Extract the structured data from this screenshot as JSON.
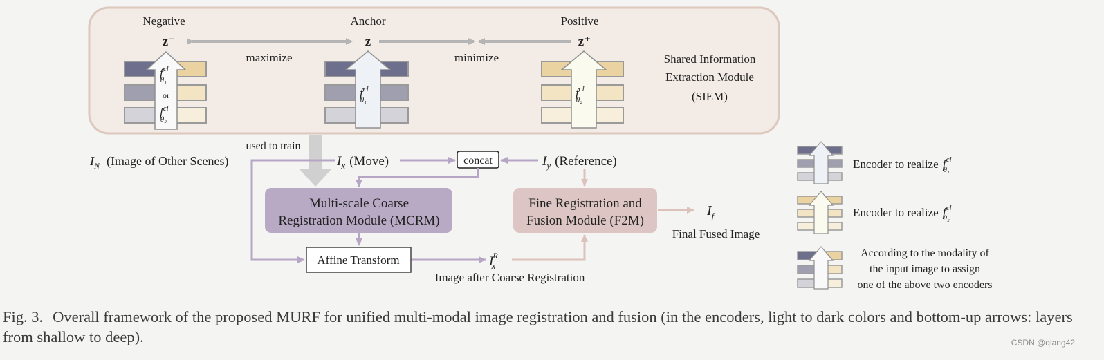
{
  "colors": {
    "siem_fill": "#f3ece6",
    "siem_border": "#dcc8bc",
    "enc1_dark": "#6d6f8c",
    "enc1_mid": "#a09fb0",
    "enc1_light": "#d3d3d9",
    "enc2_dark": "#ead3a0",
    "enc2_mid": "#f3e4c3",
    "enc2_light": "#f7efdb",
    "arrow_gray": "#b5b5b5",
    "arrow_purple": "#b6a5c4",
    "arrow_pink": "#dcc2bb",
    "mcrm_fill": "#b8a9c4",
    "f2m_fill": "#dcc5c2"
  },
  "siem": {
    "negative": "Negative",
    "anchor": "Anchor",
    "positive": "Positive",
    "z_neg": "z⁻",
    "z": "z",
    "z_pos": "z⁺",
    "maximize": "maximize",
    "minimize": "minimize",
    "enc_f": "f",
    "enc_sup": "cl",
    "enc_sub1": "θ₁",
    "enc_sub2": "θ₂",
    "or": "or",
    "title_line1": "Shared Information",
    "title_line2": "Extraction Module",
    "title_line3": "(SIEM)"
  },
  "flow": {
    "used_to_train": "used to train",
    "in_sym": "I",
    "in_sub": "N",
    "in_label": "(Image of Other Scenes)",
    "ix_sym": "I",
    "ix_sub": "x",
    "ix_label": "(Move)",
    "concat": "concat",
    "iy_sym": "I",
    "iy_sub": "y",
    "iy_label": "(Reference)",
    "mcrm_line1": "Multi-scale Coarse",
    "mcrm_line2": "Registration Module (MCRM)",
    "f2m_line1": "Fine Registration and",
    "f2m_line2": "Fusion Module (F2M)",
    "affine": "Affine Transform",
    "ixr_sym": "I",
    "ixr_sub": "x",
    "ixr_sup": "R",
    "ixr_label": "Image after Coarse Registration",
    "if_sym": "I",
    "if_sub": "f",
    "if_label": "Final Fused Image"
  },
  "legend": {
    "enc1_text": "Encoder to realize",
    "enc2_text": "Encoder to realize",
    "mix_line1": "According to the modality of",
    "mix_line2": "the input image to assign",
    "mix_line3": "one of the above two encoders"
  },
  "caption": {
    "fig": "Fig. 3.",
    "text": "Overall framework of the proposed MURF for unified multi-modal image registration and fusion (in the encoders, light to dark colors and bottom-up arrows: layers from shallow to deep)."
  },
  "watermark": "CSDN @qiang42"
}
